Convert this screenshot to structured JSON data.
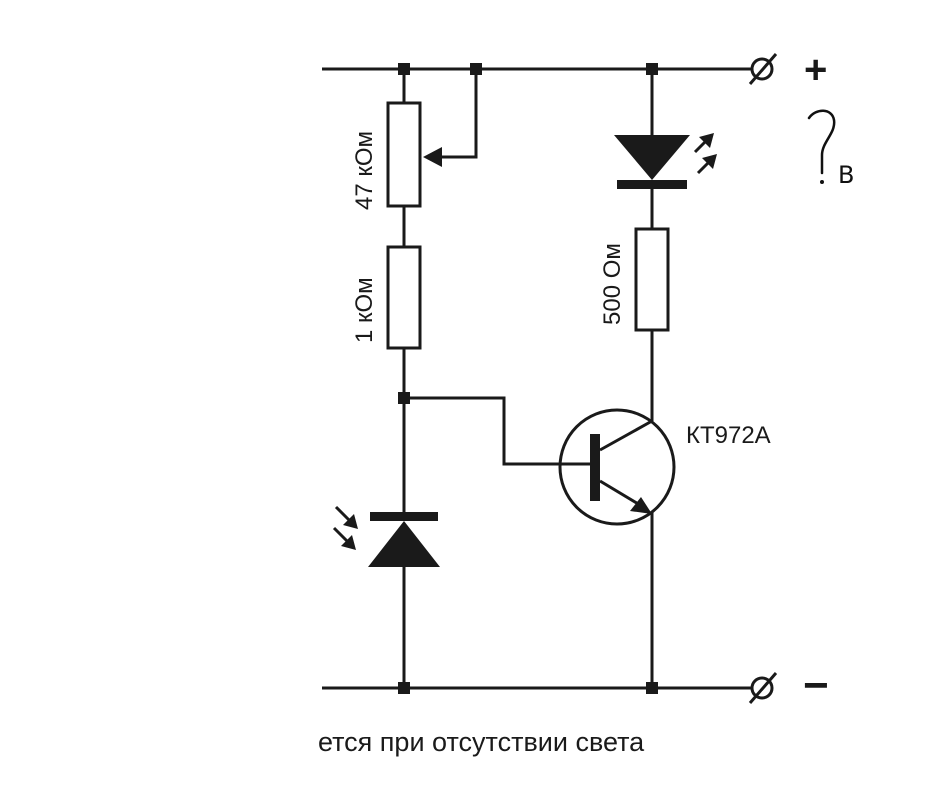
{
  "diagram": {
    "type": "electronic-schematic",
    "title": "Light-activated LED switch (turns on in darkness)",
    "components": {
      "potentiometer": {
        "label": "47 кОм"
      },
      "resistor_base": {
        "label": "1 кОм"
      },
      "resistor_led": {
        "label": "500 Ом"
      },
      "transistor": {
        "label": "КТ972А",
        "kind": "NPN"
      },
      "led": {
        "kind": "light-emitting diode"
      },
      "photodiode": {
        "kind": "photodiode"
      }
    },
    "terminals": {
      "positive": {
        "sign": "+"
      },
      "negative": {
        "sign": "−"
      }
    },
    "handwritten_note": {
      "question": "?",
      "unit": "В"
    },
    "caption": "ется при отсутствии света"
  }
}
